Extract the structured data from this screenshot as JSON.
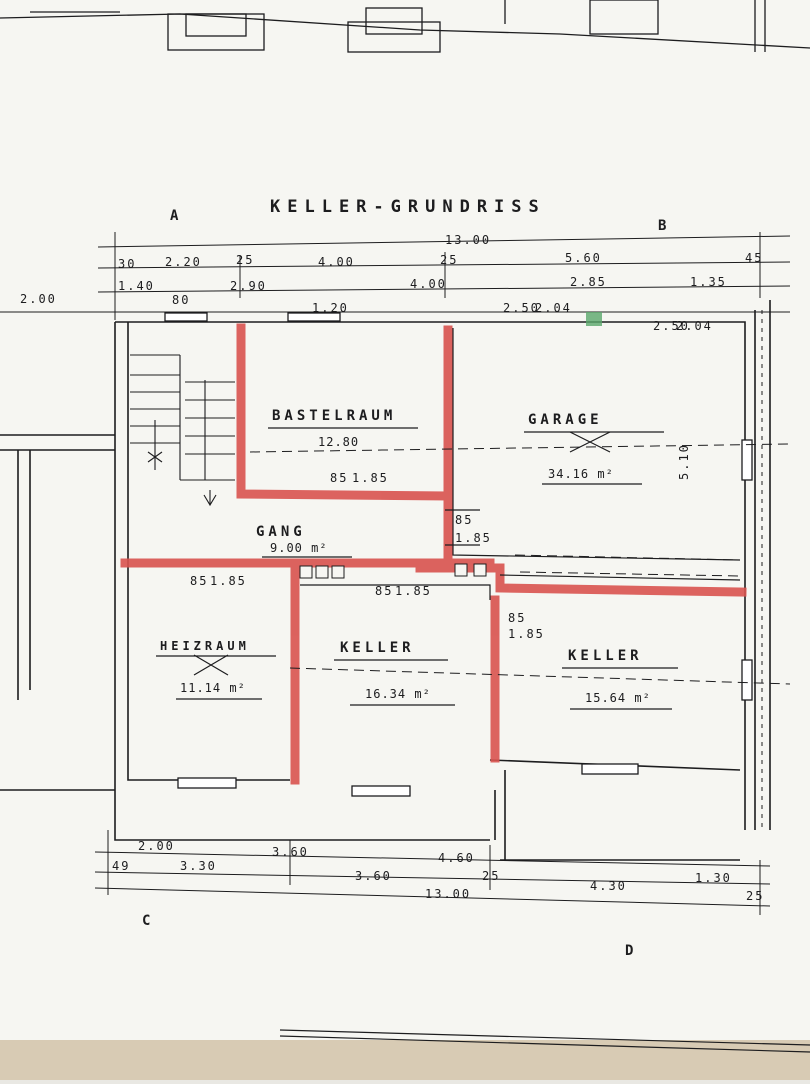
{
  "title": "KELLER-GRUNDRISS",
  "section_marks": {
    "top_left": "A",
    "top_right": "B",
    "bottom_left": "C",
    "bottom_right": "D"
  },
  "rooms": {
    "bastelraum": {
      "label": "BASTELRAUM",
      "area": "12.80"
    },
    "garage": {
      "label": "GARAGE",
      "area": "34.16 m²"
    },
    "gang": {
      "label": "GANG",
      "area": "9.00 m²"
    },
    "heizraum": {
      "label": "HEIZRAUM",
      "area": "11.14 m²"
    },
    "keller_mid": {
      "label": "KELLER",
      "area": "16.34 m²"
    },
    "keller_right": {
      "label": "KELLER",
      "area": "15.64 m²"
    }
  },
  "dimensions": {
    "top_total": "13.00",
    "top_row2": [
      "30",
      "2.20",
      "25",
      "4.00",
      "25",
      "5.60",
      "45"
    ],
    "top_row3": [
      "1.40",
      "2.90",
      "4.00",
      "2.85",
      "1.35"
    ],
    "left_level": "2.00",
    "window_heights": [
      "80",
      "1.20",
      "2.50",
      "2.04",
      "2.50",
      "2.04"
    ],
    "door_dims": [
      "85",
      "1.85",
      "85",
      "1.85",
      "85",
      "1.85",
      "85",
      "1.85",
      "85",
      "1.85"
    ],
    "garage_depth": "5.10",
    "bottom_row1": [
      "2.00",
      "3.60",
      "4.60"
    ],
    "bottom_row2": [
      "49",
      "3.30",
      "3.60",
      "4.30",
      "1.30"
    ],
    "bottom_total": "13.00",
    "bottom_small": [
      "25",
      "25"
    ]
  },
  "colors": {
    "paper": "#f6f6f2",
    "ink": "#1d1d1f",
    "marker": "#d9534f",
    "accent_window": "#5aa86a"
  }
}
